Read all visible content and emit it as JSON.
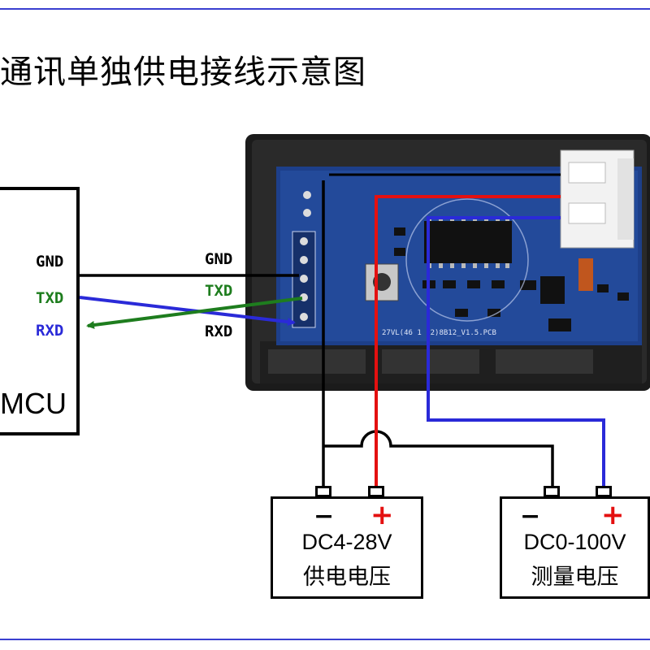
{
  "title": "通讯单独供电接线示意图",
  "mcu": {
    "label": "MCU",
    "pins": [
      {
        "name": "GND",
        "color": "#000000"
      },
      {
        "name": "TXD",
        "color": "#1e7d1e"
      },
      {
        "name": "RXD",
        "color": "#2a2ad8"
      }
    ]
  },
  "module_pins": [
    {
      "name": "GND",
      "color": "#000000"
    },
    {
      "name": "TXD",
      "color": "#1e7d1e"
    },
    {
      "name": "RXD",
      "color": "#000000"
    }
  ],
  "pcb_marking": "27VL(46 1 12)8B12_V1.5.PCB",
  "supply_battery": {
    "minus": "−",
    "plus": "+",
    "line1": "DC4-28V",
    "line2": "供电电压"
  },
  "measure_battery": {
    "minus": "−",
    "plus": "+",
    "line1": "DC0-100V",
    "line2": "测量电压"
  },
  "colors": {
    "black_wire": "#000000",
    "red_wire": "#e41010",
    "blue_wire": "#2a2ad8",
    "green_wire": "#1e7d1e",
    "pcb": "#1d3f8a",
    "frame": "#3a3fd0"
  }
}
